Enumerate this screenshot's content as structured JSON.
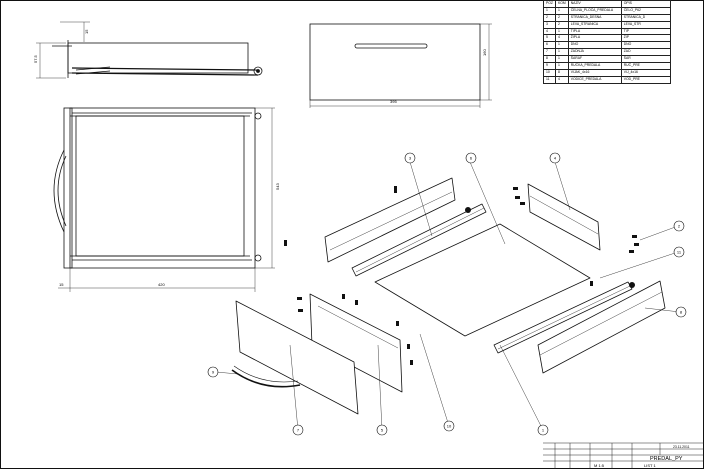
{
  "dimensions": {
    "side_view_height": "57.5",
    "side_view_small": "15",
    "front_width": "395",
    "front_height": "160",
    "top_view_depth": "543",
    "top_view_width": "420",
    "top_view_offset": "15"
  },
  "bom": {
    "header": [
      "POZ",
      "KOM",
      "NAZIV",
      "OPIS"
    ],
    "rows": [
      [
        "1",
        "1",
        "ČELNA_PLOČA_PREDALA",
        "ČELO_P62"
      ],
      [
        "2",
        "2",
        "STRANICA_DESNA",
        "STRANICA_D"
      ],
      [
        "3",
        "2",
        "LEVA_STRANICA",
        "LEVA_STR"
      ],
      [
        "4",
        "1",
        "TIPLA",
        "TIP"
      ],
      [
        "5",
        "4",
        "ŽIPLA",
        "ŽIP"
      ],
      [
        "6",
        "1",
        "DNO",
        "DNO"
      ],
      [
        "7",
        "1",
        "ZADNJA",
        "ZAD"
      ],
      [
        "8",
        "1",
        "ŠARAF",
        "ŠAR"
      ],
      [
        "9",
        "1",
        "RUČKA_PREDALA",
        "RUČ_PRE"
      ],
      [
        "10",
        "8",
        "VIJAK_4x16",
        "VIJ_4x16"
      ],
      [
        "11",
        "4",
        "VODICE_PREDALA",
        "VOD_PRE"
      ]
    ]
  },
  "callouts": [
    {
      "id": "c-side-left",
      "label": "3"
    },
    {
      "id": "c-bottom",
      "label": "6"
    },
    {
      "id": "c-back",
      "label": "4"
    },
    {
      "id": "c-dowel",
      "label": "2"
    },
    {
      "id": "c-screw-right",
      "label": "11"
    },
    {
      "id": "c-side-right",
      "label": "8"
    },
    {
      "id": "c-handle",
      "label": "9"
    },
    {
      "id": "c-front-panel",
      "label": "7"
    },
    {
      "id": "c-inner-front",
      "label": "5"
    },
    {
      "id": "c-screw-front",
      "label": "10"
    },
    {
      "id": "c-slide",
      "label": "1"
    }
  ],
  "title_block": {
    "title": "PREDAL_PY",
    "sheet_label": "LIST 1",
    "scale": "M 1:5",
    "date": "23.11.2011"
  }
}
